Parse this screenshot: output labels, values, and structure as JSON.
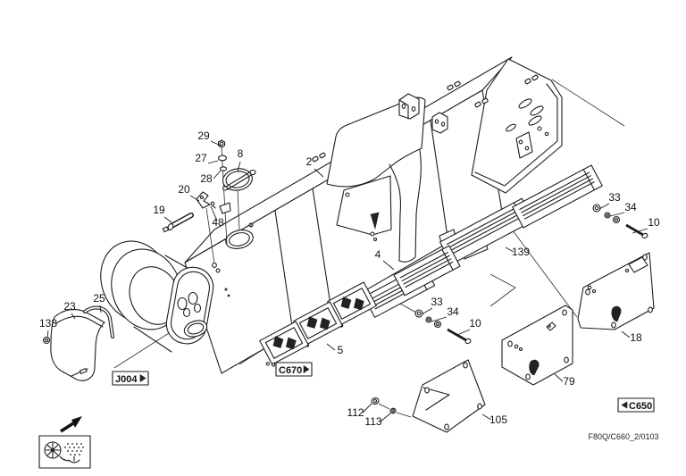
{
  "diagram": {
    "kind": "exploded-parts-diagram",
    "drawing_code": "F80Q/C660_2/0103",
    "part_labels": [
      {
        "num": "29"
      },
      {
        "num": "27"
      },
      {
        "num": "8"
      },
      {
        "num": "28"
      },
      {
        "num": "20"
      },
      {
        "num": "19"
      },
      {
        "num": "48"
      },
      {
        "num": "2"
      },
      {
        "num": "4"
      },
      {
        "num": "5"
      },
      {
        "num": "33"
      },
      {
        "num": "34"
      },
      {
        "num": "10"
      },
      {
        "num": "33"
      },
      {
        "num": "34"
      },
      {
        "num": "10"
      },
      {
        "num": "139"
      },
      {
        "num": "18"
      },
      {
        "num": "79"
      },
      {
        "num": "105"
      },
      {
        "num": "112"
      },
      {
        "num": "113"
      },
      {
        "num": "138"
      },
      {
        "num": "23"
      },
      {
        "num": "25"
      }
    ],
    "ref_boxes": [
      {
        "label": "J004",
        "arrow": "right"
      },
      {
        "label": "C670",
        "arrow": "right"
      },
      {
        "label": "C650",
        "arrow": "left"
      }
    ],
    "legend_icon": "straw-chopper-icon",
    "colors": {
      "line": "#1d1d1d",
      "background": "#ffffff"
    }
  }
}
